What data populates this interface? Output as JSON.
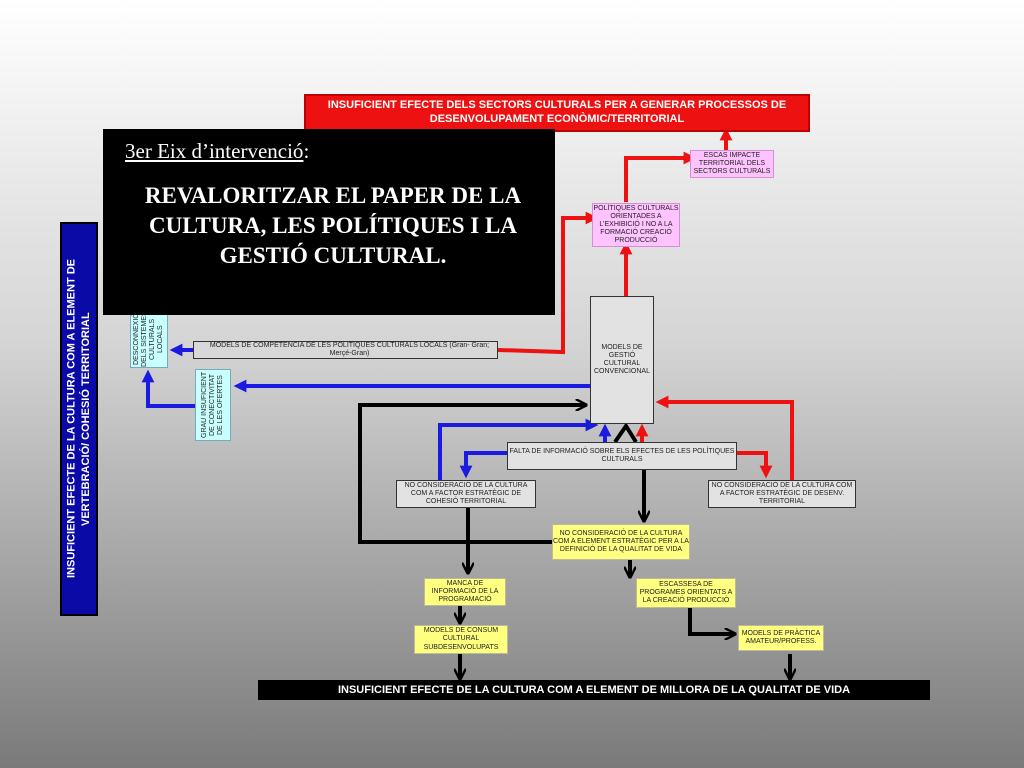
{
  "slide": {
    "heading_label": "3er Eix d’intervenció",
    "heading_suffix": ":",
    "heading_body": "REVALORITZAR EL PAPER DE LA CULTURA, LES POLÍTIQUES I LA GESTIÓ CULTURAL."
  },
  "diagram": {
    "top_banner": "INSUFICIENT EFECTE DELS SECTORS CULTURALS PER A GENERAR PROCESSOS DE DESENVOLUPAMENT ECONÒMIC/TERRITORIAL",
    "bottom_banner": "INSUFICIENT EFECTE DE LA CULTURA COM A ELEMENT DE MILLORA DE LA QUALITAT DE VIDA",
    "side_banner": "INSUFICIENT EFECTE DE LA CULTURA COM A ELEMENT DE VERTEBRACIÓ/ COHESIÓ TERRITORIAL",
    "escas_impacte": "ESCAS IMPACTE TERRITORIAL DELS SECTORS CULTURALS",
    "politiques_orientades": "POLÍTIQUES CULTURALS ORIENTADES A L’EXHIBICIÓ I NO A LA FORMACIÓ CREACIÓ PRODUCCIÓ",
    "models_competencia": "MODELS DE COMPETÈNCIA DE LES POLÍTIQUES CULTURALS LOCALS (Gran- Gran; Merçé-Gran)",
    "desconnexio": "DESCONNEXIÓ DELS SISTEMES CULTURALS LOCALS",
    "grau_insuficient": "GRAU INSUFICIENT DE CONECTIVITAT DE LES OFERTES",
    "models_gestio": "MODELS DE GESTIÓ CULTURAL CONVENCIONAL",
    "falta_informacio": "FALTA DE INFORMACIÓ SOBRE ELS EFECTES DE LES POLÍTIQUES CULTURALS",
    "no_cohesio": "NO CONSIDERACIÓ DE LA CULTURA COM A FACTOR ESTRATÈGIC DE COHESIÓ TERRITORIAL",
    "no_desenv": "NO CONSIDERACIÓ DE LA CULTURA COM A FACTOR ESTRATÈGIC DE DESENV. TERRITORIAL",
    "no_qualitat": "NO CONSIDERACIÓ DE LA CULTURA COM A ELEMENT ESTRATÈGIC PER A LA DEFINICIÓ DE LA QUALITAT DE VIDA",
    "manca_informacio": "MANCA DE INFORMACIÓ DE LA PROGRAMACIÓ",
    "escassesa_programes": "ESCASSESA DE PROGRAMES ORIENTATS A LA CREACIÓ PRODUCCIÓ",
    "models_consum": "MODELS DE CONSUM CULTURAL SUBDESENVOLUPATS",
    "models_practica": "MODELS DE PRÀCTICA AMATEUR/PROFESS."
  },
  "colors": {
    "red": "#ee1111",
    "blue": "#1a1ae0",
    "black": "#000000",
    "pink": "#ffc3ff",
    "cyan": "#c8ffff",
    "yellow": "#ffff80"
  }
}
